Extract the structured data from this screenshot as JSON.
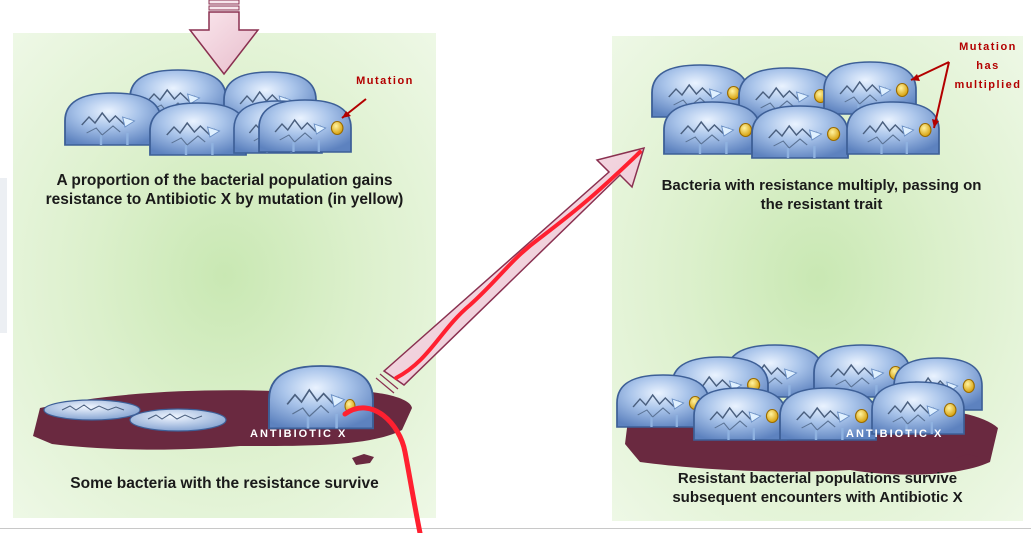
{
  "captions": {
    "top_left_line1": "A proportion of the bacterial population gains",
    "top_left_line2": "resistance to Antibiotic X by mutation (in yellow)",
    "bottom_left": "Some bacteria with the resistance survive",
    "top_right_line1": "Bacteria with resistance multiply, passing on",
    "top_right_line2": "the resistant trait",
    "bottom_right_line1": "Resistant bacterial populations survive",
    "bottom_right_line2": "subsequent encounters with Antibiotic X"
  },
  "labels": {
    "mutation_left": "Mutation",
    "mutation_right_line1": "Mutation",
    "mutation_right_line2": "has",
    "mutation_right_line3": "multiplied",
    "antibiotic_left": "ANTIBIOTIC X",
    "antibiotic_right": "ANTIBIOTIC X"
  },
  "colors": {
    "panel_green": "#d6efc4",
    "bacteria_blue": "#7fa3d6",
    "mutation_yellow": "#f0c020",
    "antibiotic_maroon": "#6a2940",
    "label_red": "#b30000",
    "arrow_pink": "#f3d4dc",
    "arrow_red": "#e8202a"
  }
}
